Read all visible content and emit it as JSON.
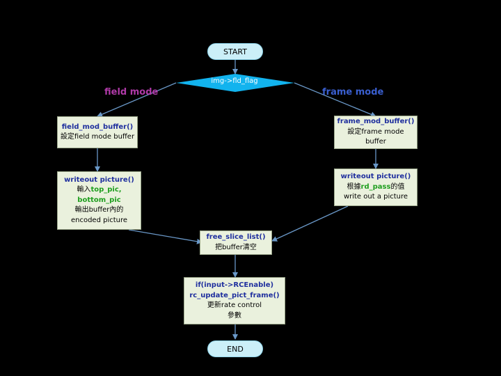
{
  "start": "START",
  "end": "END",
  "decision": "img->fld_flag",
  "branch_left": "field mode",
  "branch_right": "frame mode",
  "field_buffer": {
    "fn": "field_mod_buffer()",
    "desc": "設定field mode buffer"
  },
  "frame_buffer": {
    "fn": "frame_mod_buffer()",
    "desc1": "設定frame mode",
    "desc2": "buffer"
  },
  "field_writeout": {
    "fn": "writeout picture()",
    "pre": "輸入",
    "var1": "top_pic,",
    "var2": "bottom_pic",
    "desc1": "輸出buffer內的",
    "desc2": "encoded picture"
  },
  "frame_writeout": {
    "fn": "writeout picture()",
    "pre": "根據",
    "var": "rd_pass",
    "post": "的值",
    "desc": "write out a picture"
  },
  "free_slice": {
    "fn": "free_slice_list()",
    "desc": "把buffer清空"
  },
  "rc_update": {
    "line1": "if(input->RCEnable)",
    "line2": "rc_update_pict_frame()",
    "desc1": "更新rate control",
    "desc2": "參數"
  },
  "colors": {
    "connector": "#6a98c8",
    "terminal": "#cbeff8",
    "decision": "#12b3ee",
    "process": "#eaf1dd",
    "function": "#1f2f9e",
    "variable": "#1e9e1e",
    "field_mode": "#b03aa8",
    "frame_mode": "#3a5fd0"
  }
}
